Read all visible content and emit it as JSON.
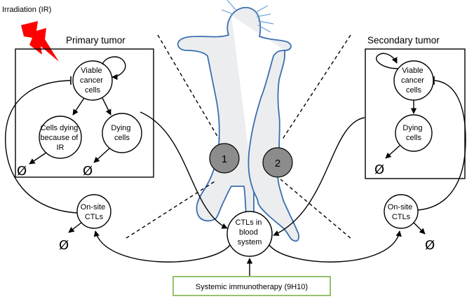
{
  "irradiation_label": "Irradiation (IR)",
  "primary_title": "Primary tumor",
  "secondary_title": "Secondary tumor",
  "primary": {
    "viable": [
      "Viable",
      "cancer",
      "cells"
    ],
    "dying_ir": [
      "Cells dying",
      "because of",
      "IR"
    ],
    "dying": [
      "Dying",
      "cells"
    ],
    "onsite": [
      "On-site",
      "CTLs"
    ]
  },
  "secondary": {
    "viable": [
      "Viable",
      "cancer",
      "cells"
    ],
    "dying": [
      "Dying",
      "cells"
    ],
    "onsite": [
      "On-site",
      "CTLs"
    ]
  },
  "blood": [
    "CTLs in",
    "blood",
    "system"
  ],
  "markers": {
    "one": "1",
    "two": "2"
  },
  "null_symbol": "Ø",
  "therapy_label": "Systemic immunotherapy (9H10)",
  "colors": {
    "lightning": "#ff0000",
    "mouse_fill": "#ecedef",
    "mouse_outline": "#3a6fb0",
    "whiskers": "#6aa0d6",
    "marker_fill": "#8c8c8c",
    "therapy_border": "#7fb24a"
  }
}
